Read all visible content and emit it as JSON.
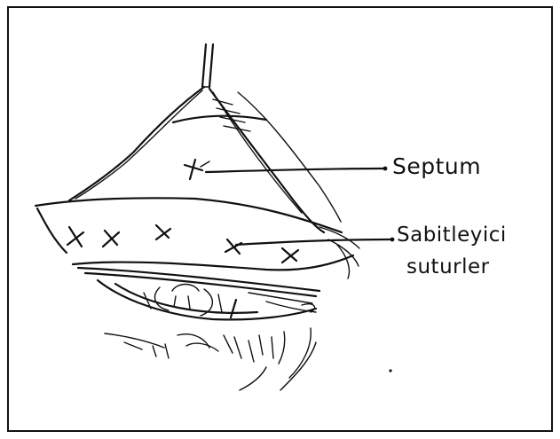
{
  "labels": {
    "septum": "Septum",
    "fixing_sutures_line1": "Sabitleyici",
    "fixing_sutures_line2": "suturler"
  },
  "colors": {
    "ink": "#111111",
    "paper": "#ffffff"
  }
}
